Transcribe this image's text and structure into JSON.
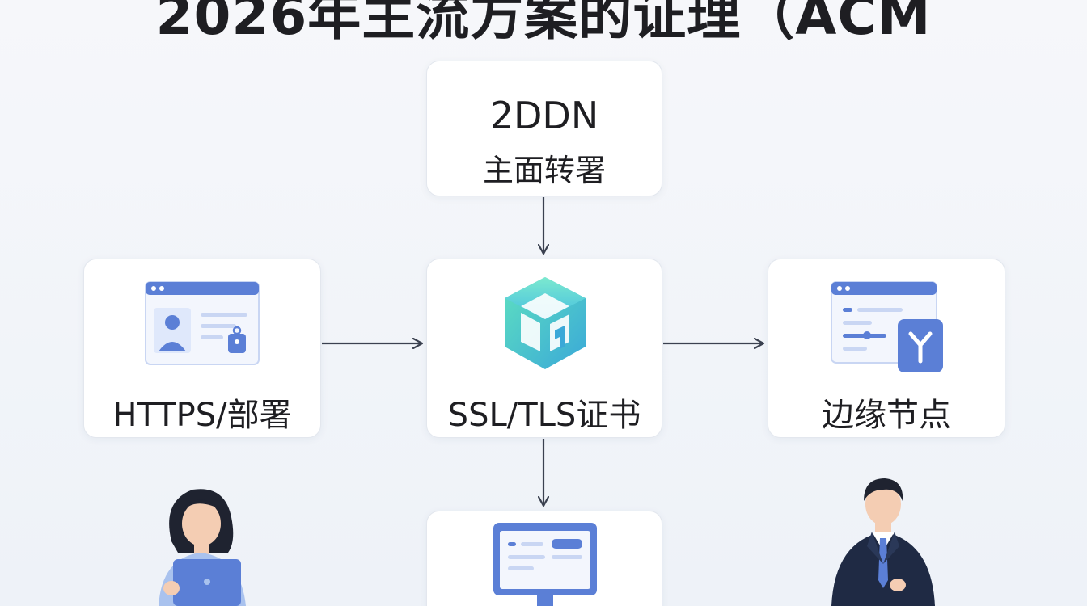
{
  "title": "2026年主流方案的证理（ACM",
  "nodes": {
    "top": {
      "line1": "2DDN",
      "line2": "主面转署"
    },
    "left": {
      "label": "HTTPS/部署",
      "icon": "browser-profile-tag-icon"
    },
    "center": {
      "label": "SSL/TLS证书",
      "icon": "cube-certificate-icon"
    },
    "right": {
      "label": "边缘节点",
      "icon": "browser-edge-node-icon"
    },
    "bottom": {
      "icon": "monitor-icon"
    }
  },
  "people": {
    "left": "woman-with-laptop-illustration",
    "right": "man-in-suit-illustration"
  },
  "colors": {
    "accent_blue": "#5b7fd6",
    "light_blue": "#dfe8fb",
    "teal": "#3cc9b4",
    "arrow": "#3b4150",
    "text": "#1e1e22"
  }
}
